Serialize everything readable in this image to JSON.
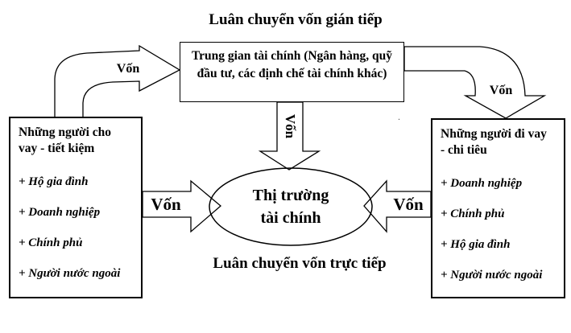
{
  "diagram": {
    "top_title": "Luân chuyển vốn gián tiếp",
    "bottom_title": "Luân chuyển vốn trực tiếp",
    "intermediary_box": {
      "text": "Trung gian tài chính (Ngân hàng, quỹ\nđầu tư, các định chế tài chính khác)"
    },
    "market_ellipse": {
      "text": "Thị trường\ntài chính"
    },
    "lenders_box": {
      "title": "Những người cho\nvay - tiết kiệm",
      "items": [
        "+ Hộ gia đình",
        "+ Doanh nghiệp",
        "+ Chính phủ",
        "+ Người nước ngoài"
      ]
    },
    "borrowers_box": {
      "title": "Những người đi vay\n- chi tiêu",
      "items": [
        "+ Doanh nghiệp",
        "+ Chính phủ",
        "+ Hộ gia đình",
        "+ Người nước ngoài"
      ]
    },
    "flow_labels": {
      "lenders_to_intermediary": "Vốn",
      "intermediary_to_borrowers": "Vốn",
      "intermediary_to_market": "Vốn",
      "lenders_to_market": "Vốn",
      "borrowers_to_market": "Vốn"
    },
    "stray_dot": ".",
    "colors": {
      "line": "#000000",
      "text": "#000000",
      "background": "#ffffff"
    }
  }
}
